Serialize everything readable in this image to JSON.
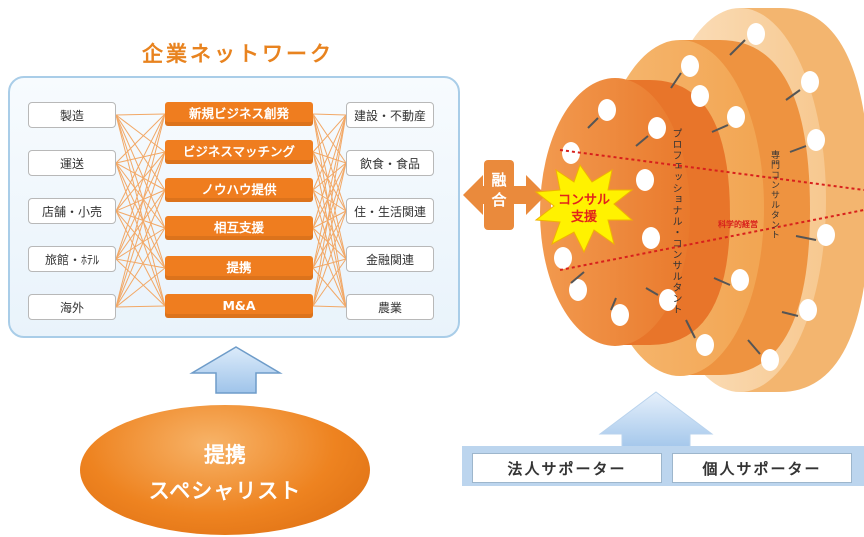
{
  "network": {
    "title": "企業ネットワーク",
    "left_industries": [
      "製造",
      "運送",
      "店舗・小売",
      "旅館・ﾎﾃﾙ",
      "海外"
    ],
    "services": [
      "新規ビジネス創発",
      "ビジネスマッチング",
      "ノウハウ提供",
      "相互支援",
      "提携",
      "M&A"
    ],
    "right_industries": [
      "建設・不動産",
      "飲食・食品",
      "住・生活関連",
      "金融関連",
      "農業"
    ]
  },
  "bubble": {
    "line1": "提携",
    "line2": "スペシャリスト"
  },
  "fusion": {
    "label_top": "融",
    "label_bottom": "合"
  },
  "burst_label": {
    "line1": "コンサル",
    "line2": "支援"
  },
  "layers": {
    "inner": "プロフェッショナル・コンサルタント",
    "middle": "専門コンサルタント",
    "center_label": "科学的経営"
  },
  "supporters": {
    "corporate": "法人サポーター",
    "individual": "個人サポーター"
  },
  "colors": {
    "orange": "#ef7d1f",
    "title_orange": "#e8831f",
    "panel_border": "#a9cde8",
    "arrow_blue": "#a6c9ec"
  }
}
